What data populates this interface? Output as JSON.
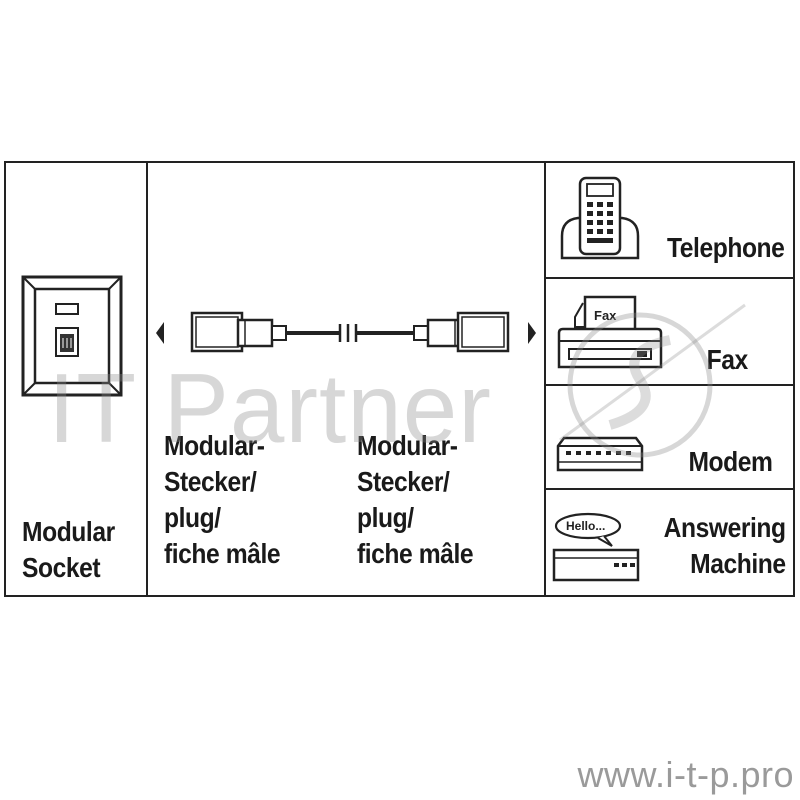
{
  "socket": {
    "label_line1": "Modular",
    "label_line2": "Socket"
  },
  "plug_left": {
    "line1": "Modular-",
    "line2": "Stecker/",
    "line3": "plug/",
    "line4": "fiche mâle"
  },
  "plug_right": {
    "line1": "Modular-",
    "line2": "Stecker/",
    "line3": "plug/",
    "line4": "fiche mâle"
  },
  "devices": {
    "telephone": "Telephone",
    "fax": "Fax",
    "fax_paper": "Fax",
    "modem": "Modem",
    "answering_line1": "Answering",
    "answering_line2": "Machine",
    "answering_bubble": "Hello..."
  },
  "watermark": {
    "brand": "IT Partner",
    "url": "www.i-t-p.pro"
  },
  "colors": {
    "line": "#222222",
    "watermark": "#8c8c8c"
  }
}
